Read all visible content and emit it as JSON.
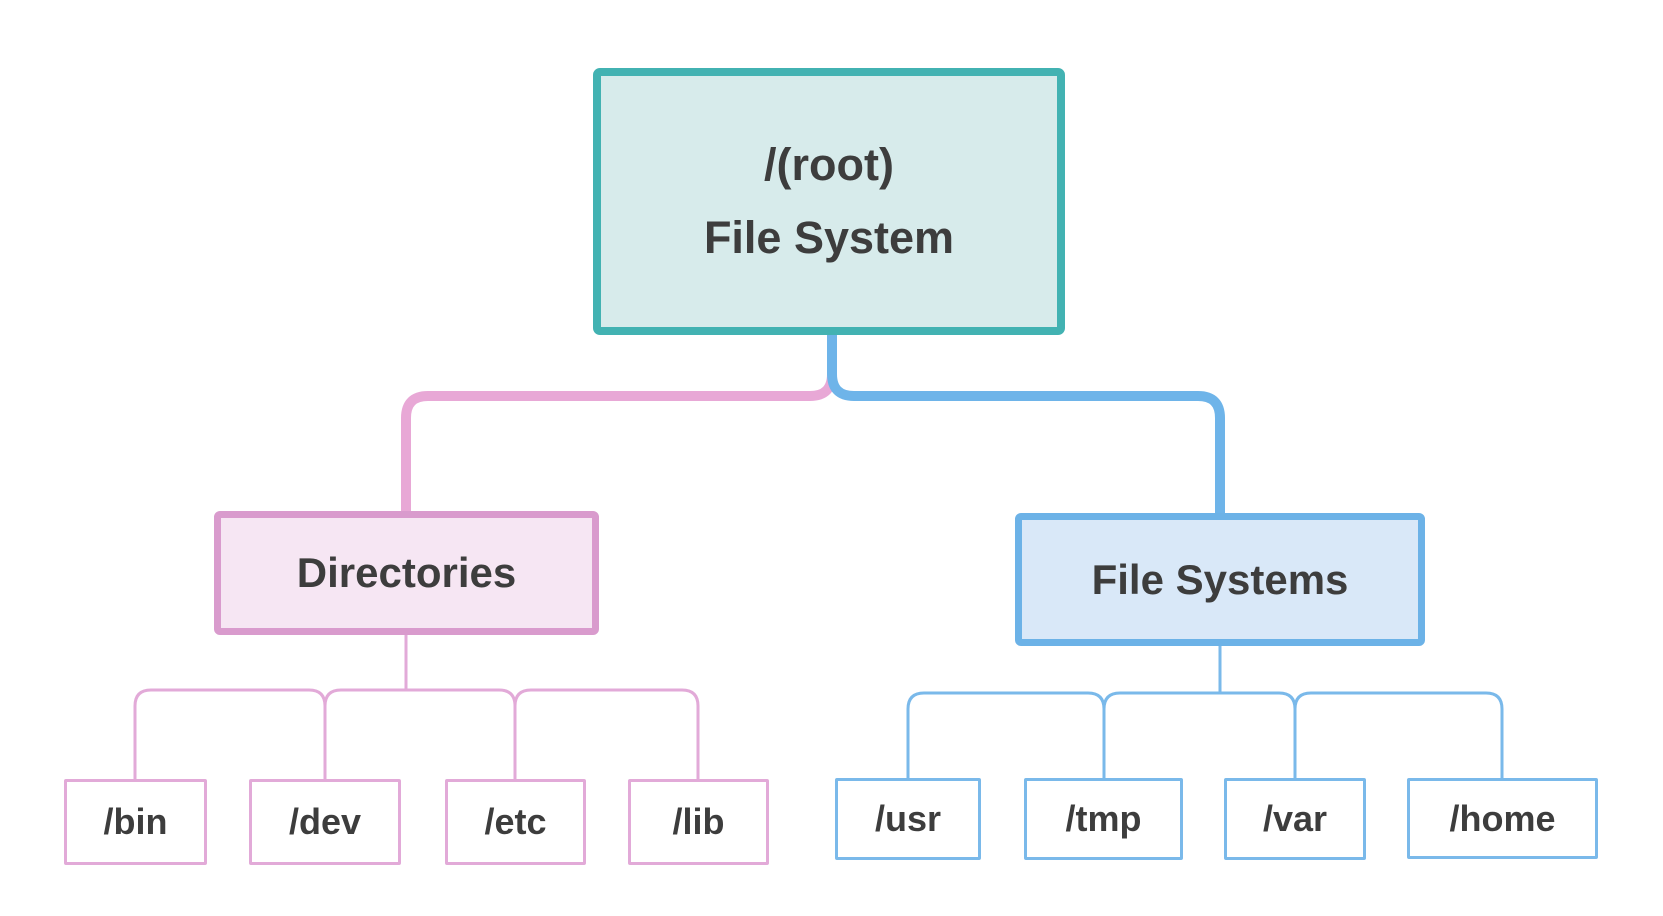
{
  "tree": {
    "root": {
      "label_line1": "/(root)",
      "label_line2": "File System"
    },
    "branches": [
      {
        "label": "Directories",
        "children": [
          "/bin",
          "/dev",
          "/etc",
          "/lib"
        ]
      },
      {
        "label": "File Systems",
        "children": [
          "/usr",
          "/tmp",
          "/var",
          "/home"
        ]
      }
    ]
  },
  "colors": {
    "root_border": "#42b2b2",
    "root_fill": "#d7ebeb",
    "pink_border": "#d99bcd",
    "pink_leaf_border": "#e2aad8",
    "pink_line": "#e8a8d6",
    "pink_fill": "#f6e6f3",
    "blue_border": "#6cb2e7",
    "blue_leaf_border": "#7ab9ea",
    "blue_line": "#6eb4e9",
    "blue_fill": "#d9e8f8",
    "text": "#3d3d3d",
    "background": "#ffffff"
  }
}
